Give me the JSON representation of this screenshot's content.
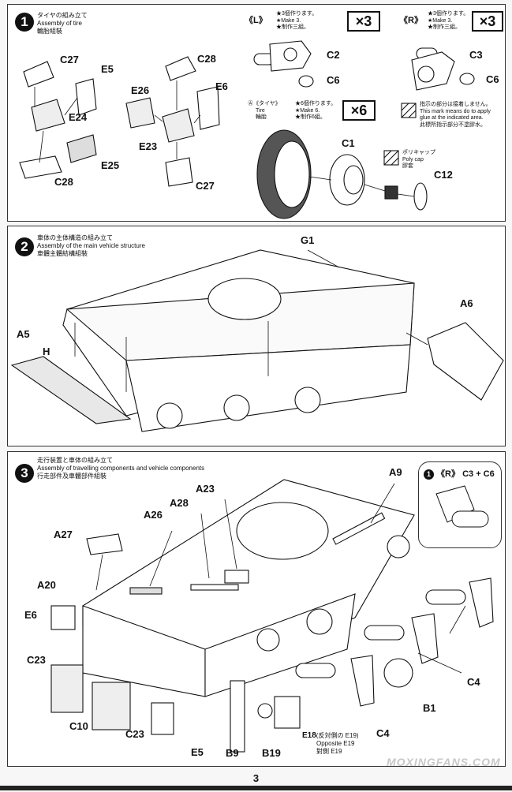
{
  "step1": {
    "num": "1",
    "title_ja": "タイヤの組み立て",
    "title_en": "Assembly of tire",
    "title_zh": "輪胎組裝",
    "left_side": "《L》",
    "right_side": "《R》",
    "make3_ja": "★3個作ります。",
    "make3_en": "★Make 3.",
    "make3_zh": "★制作三組。",
    "mult3": "×3",
    "tire_marker": "Ⓐ《タイヤ》",
    "tire_en": "Tire",
    "tire_zh": "輪胎",
    "make6_ja": "★6個作ります。",
    "make6_en": "★Make 6.",
    "make6_zh": "★制作6組。",
    "mult6": "×6",
    "glue_ja": "指示の部分は接着しません。",
    "glue_en1": "This mark means do to apply",
    "glue_en2": "glue at the indicated area.",
    "glue_zh": "此標所指示部分不塗膠水。",
    "polycap_ja": "ポリキャップ",
    "polycap_en": "Poly cap",
    "polycap_zh": "膠套",
    "parts": [
      "C27",
      "E5",
      "E24",
      "E25",
      "C28",
      "C28",
      "E26",
      "E6",
      "E23",
      "C27",
      "C2",
      "C6",
      "C3",
      "C6",
      "C1",
      "C12"
    ]
  },
  "step2": {
    "num": "2",
    "title_ja": "車体の主体構造の組み立て",
    "title_en": "Assembly of the main vehicle structure",
    "title_zh": "車體主體結構組裝",
    "parts": [
      "G1",
      "A5",
      "H",
      "A6"
    ]
  },
  "step3": {
    "num": "3",
    "title_ja": "走行装置と車体の組み立て",
    "title_en": "Assembly of travelling components and vehicle components",
    "title_zh": "行走部件及車體部件組裝",
    "parts": [
      "A23",
      "A9",
      "A28",
      "A26",
      "A27",
      "A20",
      "E6",
      "C23",
      "C10",
      "C23",
      "E5",
      "B9",
      "B19",
      "C4",
      "C4",
      "B1"
    ],
    "e18_label": "E18",
    "e18_note": "(反対側の E19)",
    "opposite_en": "Opposite E19",
    "opposite_zh": "對側 E19",
    "inset_num": "1",
    "inset_side": "《R》",
    "inset_parts": "C3 + C6"
  },
  "page_number": "3",
  "watermark": "MOXINGFANS.COM"
}
